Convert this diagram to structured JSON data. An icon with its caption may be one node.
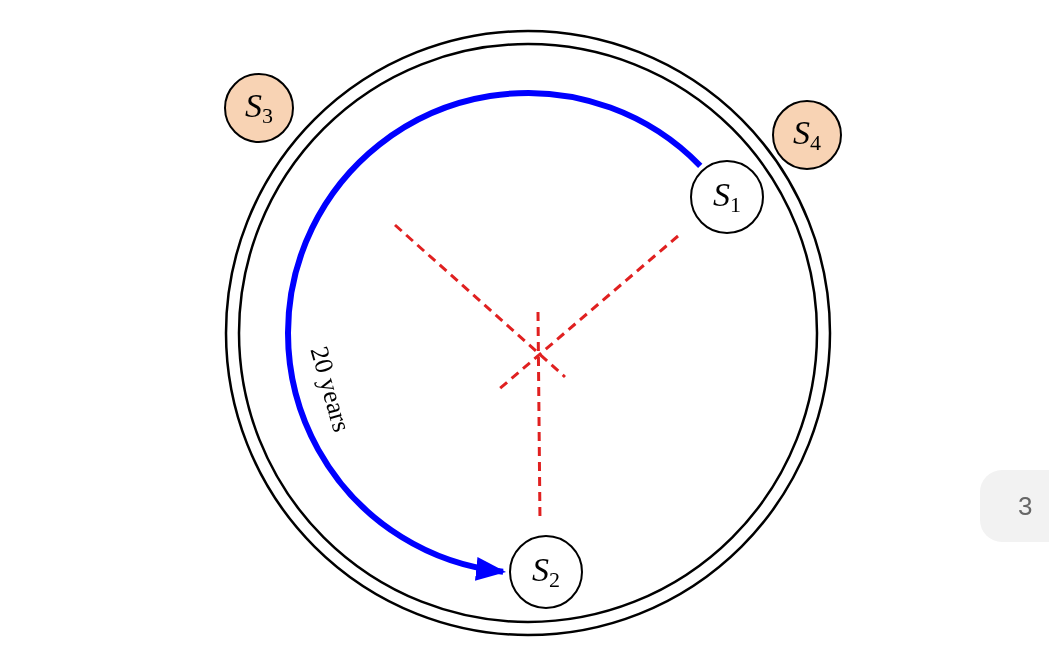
{
  "diagram": {
    "nodes": [
      {
        "text": [
          "*S*$_{3}$"
        ]
      },
      {
        "text": [
          "*S*$_{4}$"
        ]
      },
      {
        "text": [
          "*S*$_{1}$"
        ]
      },
      {
        "text": [
          "*S*$_{2}$"
        ]
      }
    ],
    "edges": [
      {
        "from": 2,
        "to": 3,
        "arrow": "to",
        "label": "20 years",
        "color": "#0000ff"
      }
    ],
    "labels": [
      "3"
    ]
  }
}
